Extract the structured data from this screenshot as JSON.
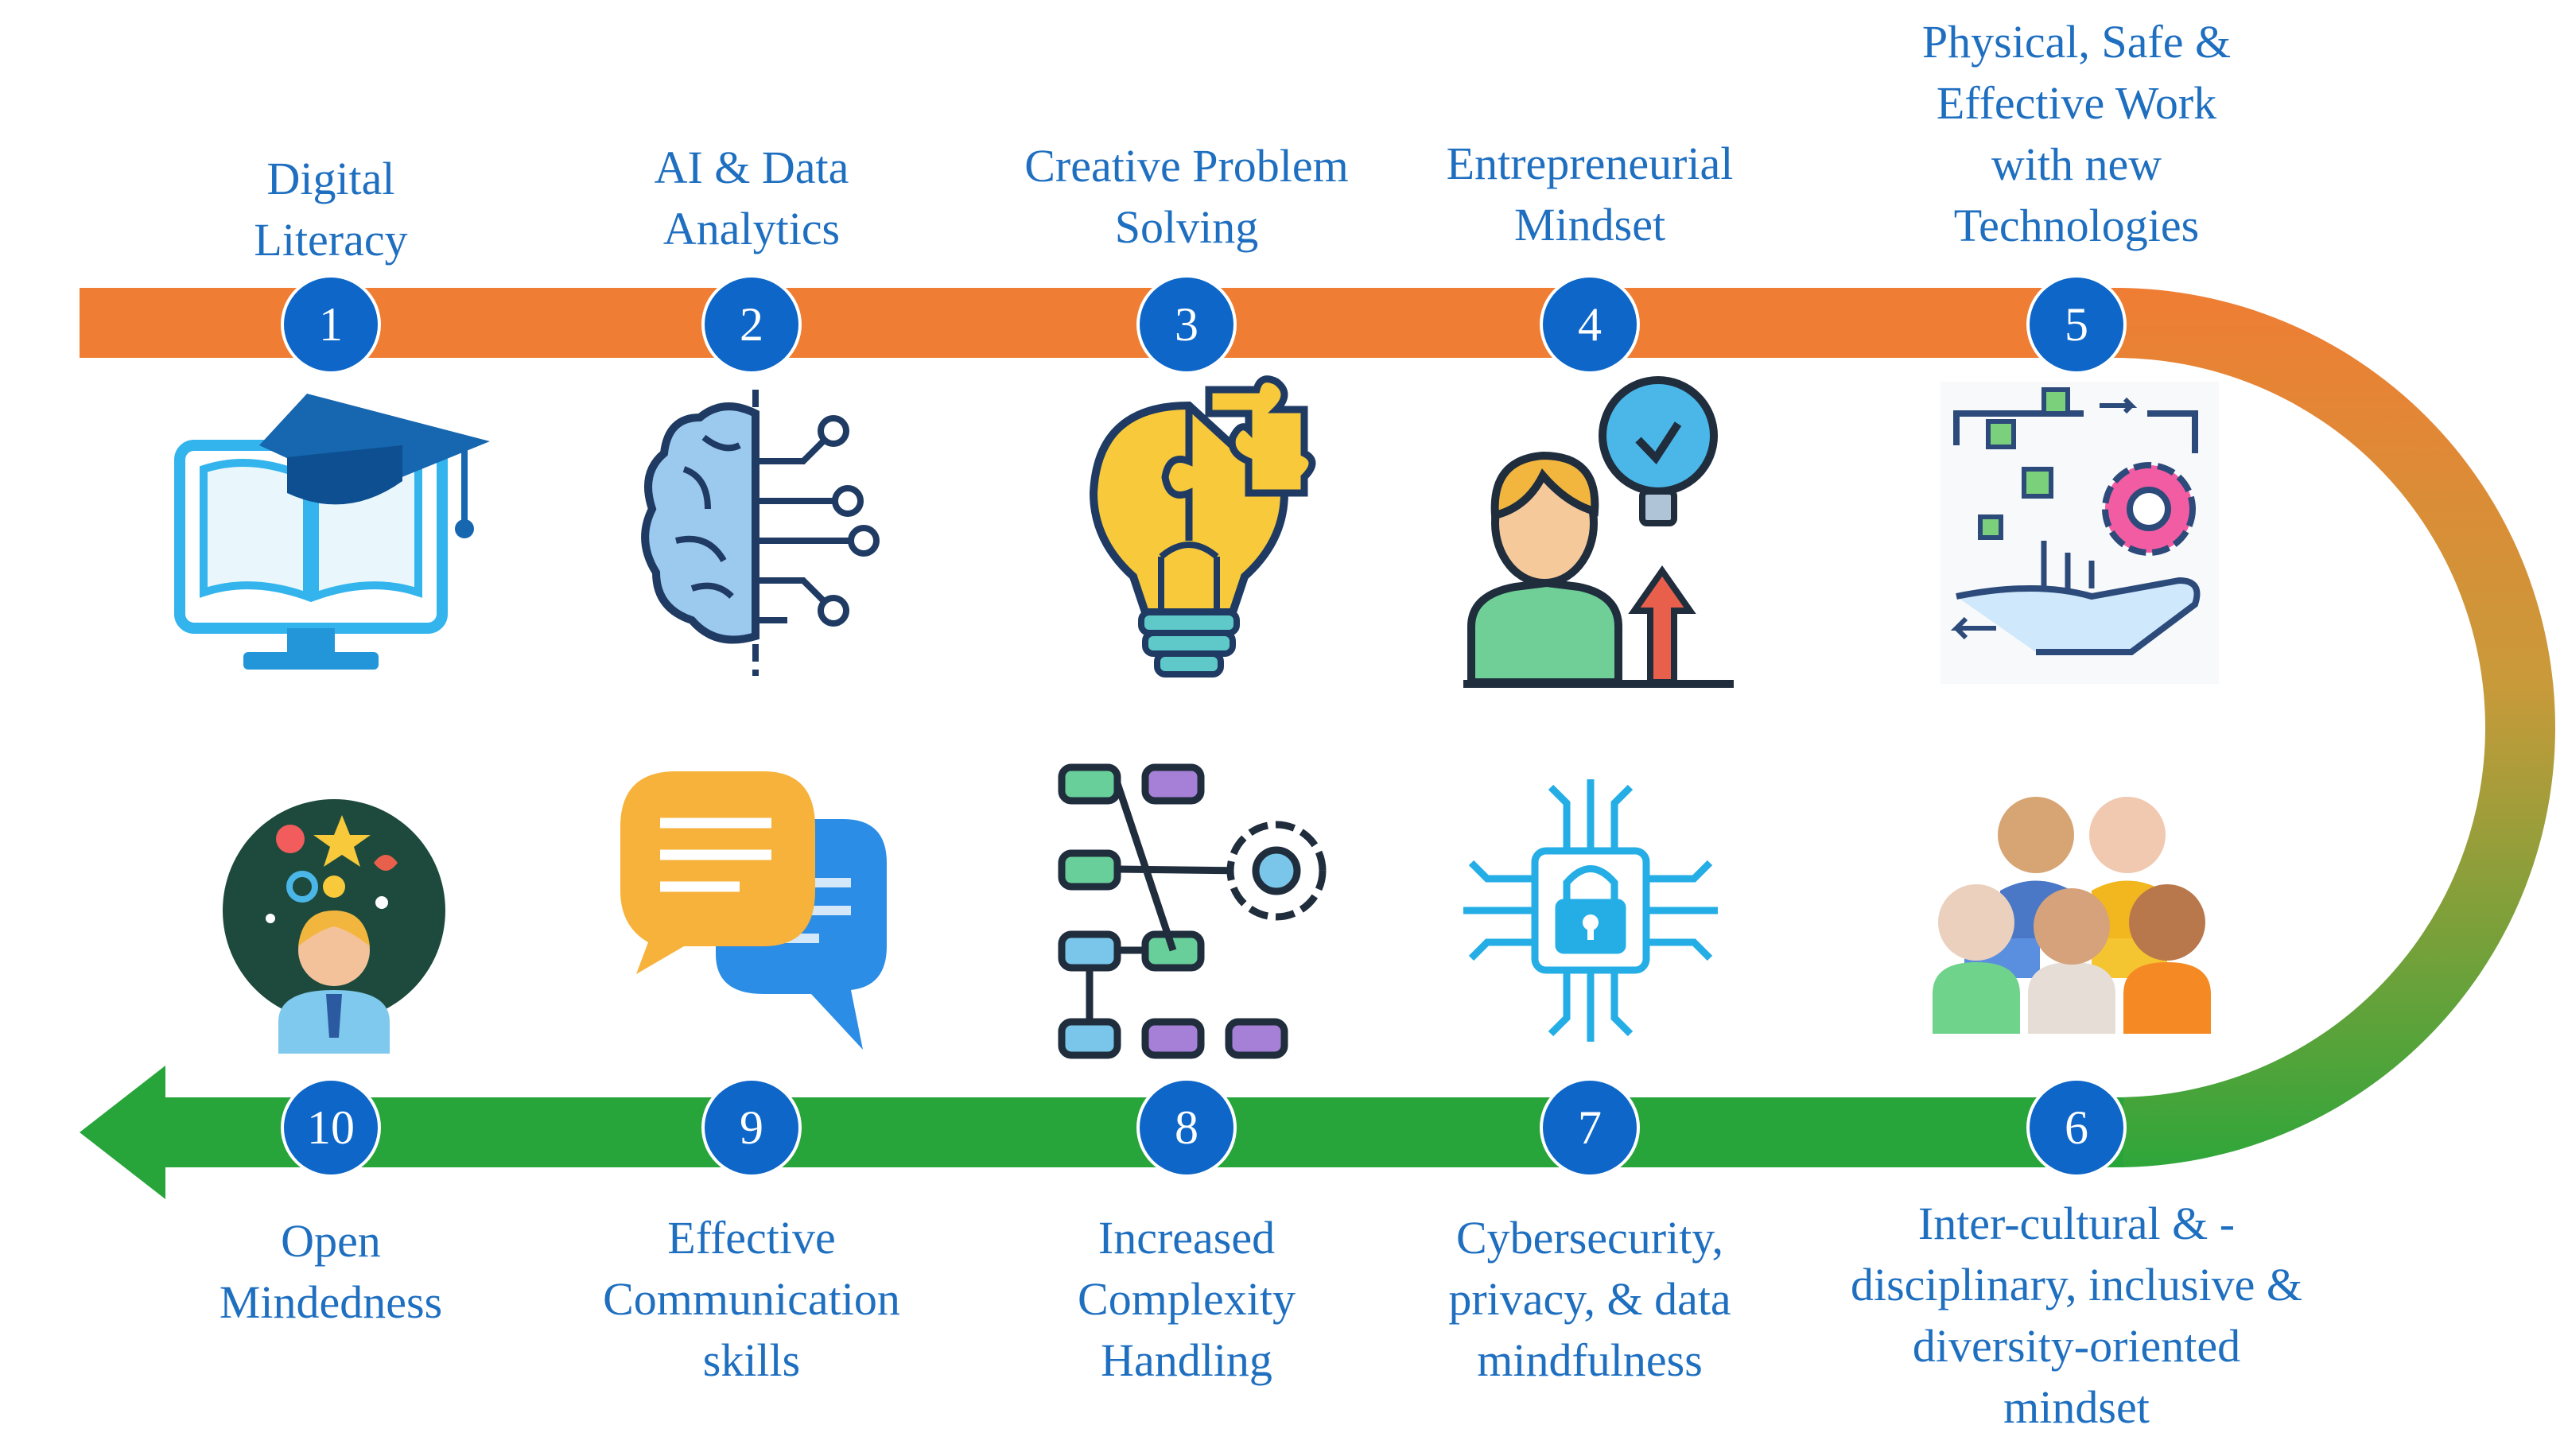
{
  "steps": [
    {
      "num": "1",
      "lines": [
        "Digital",
        "Literacy"
      ],
      "icon": "graduation-book-monitor-icon"
    },
    {
      "num": "2",
      "lines": [
        "AI & Data",
        "Analytics"
      ],
      "icon": "brain-circuit-icon"
    },
    {
      "num": "3",
      "lines": [
        "Creative Problem",
        "Solving"
      ],
      "icon": "puzzle-lightbulb-icon"
    },
    {
      "num": "4",
      "lines": [
        "Entrepreneurial",
        "Mindset"
      ],
      "icon": "person-idea-growth-icon"
    },
    {
      "num": "5",
      "lines": [
        "Physical, Safe &",
        "Effective Work",
        "with new",
        "Technologies"
      ],
      "icon": "hand-gear-technology-icon"
    },
    {
      "num": "6",
      "lines": [
        "Inter-cultural & -",
        "disciplinary, inclusive &",
        "diversity-oriented",
        "mindset"
      ],
      "icon": "diverse-people-group-icon"
    },
    {
      "num": "7",
      "lines": [
        "Cybersecurity,",
        "privacy, & data",
        "mindfulness"
      ],
      "icon": "padlock-circuit-icon"
    },
    {
      "num": "8",
      "lines": [
        "Increased",
        "Complexity",
        "Handling"
      ],
      "icon": "flowchart-gear-icon"
    },
    {
      "num": "9",
      "lines": [
        "Effective",
        "Communication",
        "skills"
      ],
      "icon": "speech-bubbles-icon"
    },
    {
      "num": "10",
      "lines": [
        "Open",
        "Mindedness"
      ],
      "icon": "open-mind-head-icon"
    }
  ],
  "colors": {
    "top_band": "#ef7d33",
    "bottom_band": "#27a53a",
    "marker": "#0d66c8",
    "label_text": "#1f6fc0"
  }
}
